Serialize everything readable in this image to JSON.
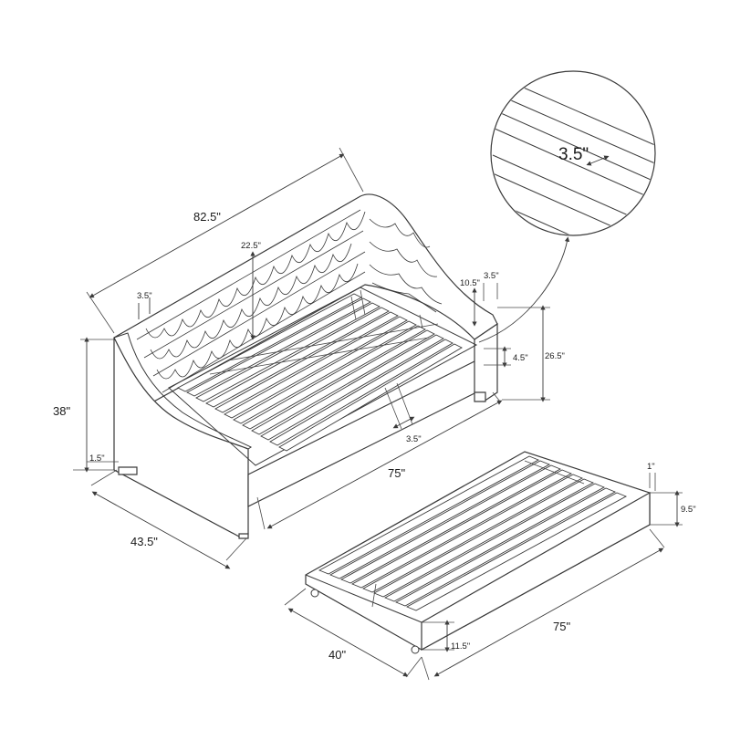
{
  "daybed": {
    "length": "82.5\"",
    "height": "38\"",
    "depth": "43.5\"",
    "inner_length": "75\"",
    "back_height": "22.5\"",
    "tuft_gap": "3.5\"",
    "leg_height": "1.5\"",
    "slat_gap": "3.5\"",
    "arm_height": "10.5\"",
    "arm_gap": "3.5\"",
    "arm_total": "26.5\"",
    "leg_foot": "4.5\""
  },
  "detail": {
    "slat_gap": "3.5\""
  },
  "trundle": {
    "board_thickness": "1\"",
    "board_height": "9.5\"",
    "length": "75\"",
    "width": "40\"",
    "height": "11.5\""
  }
}
